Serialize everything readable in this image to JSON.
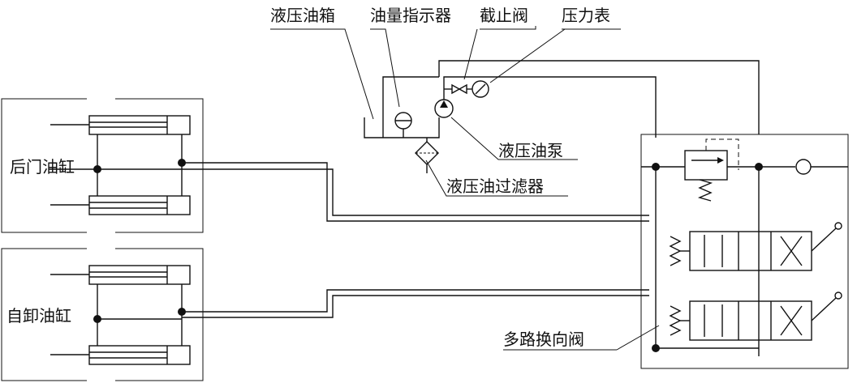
{
  "labels": {
    "tank": "液压油箱",
    "level_indicator": "油量指示器",
    "shutoff_valve": "截止阀",
    "pressure_gauge": "压力表",
    "pump": "液压油泵",
    "filter": "液压油过滤器",
    "rear_door_cylinder": "后门油缸",
    "dump_cylinder": "自卸油缸",
    "multiway_valve": "多路换向阀"
  },
  "colors": {
    "line": "#111111",
    "background": "#ffffff"
  }
}
